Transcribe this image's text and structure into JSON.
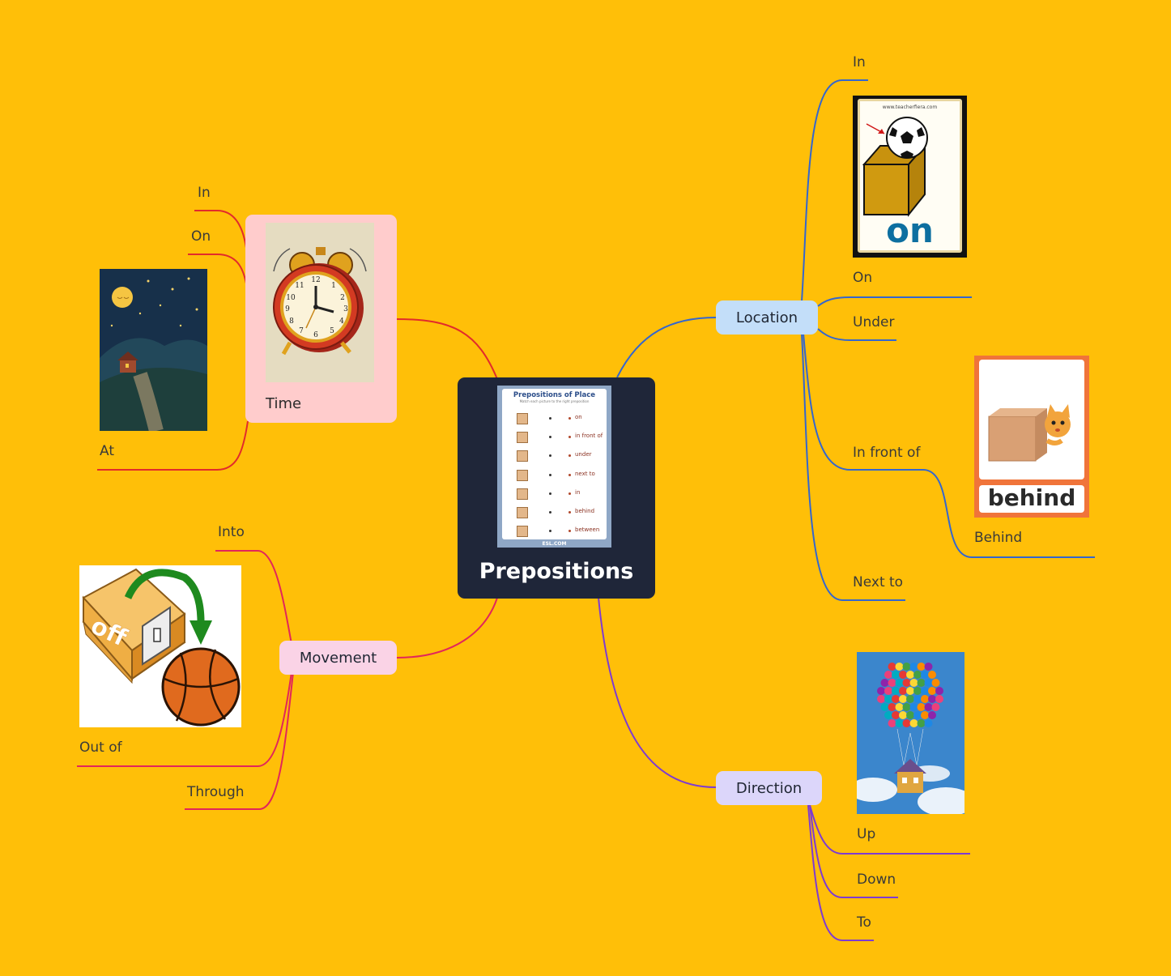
{
  "center": {
    "title": "Prepositions",
    "worksheet": {
      "heading": "Prepositions of Place",
      "subheading": "Match each picture to the right preposition",
      "words": [
        "on",
        "in front of",
        "under",
        "next to",
        "in",
        "behind",
        "between"
      ],
      "footer": "ESL.COM"
    }
  },
  "branches": {
    "time": {
      "label": "Time",
      "children": [
        "In",
        "On",
        "At"
      ]
    },
    "movement": {
      "label": "Movement",
      "children": [
        "Into",
        "Out of",
        "Through"
      ],
      "image_text": "off"
    },
    "location": {
      "label": "Location",
      "children": [
        "In",
        "On",
        "Under",
        "In front of",
        "Behind",
        "Next to"
      ],
      "on_card": {
        "url": "www.teacherfiera.com",
        "word": "on"
      },
      "behind_card": {
        "word": "behind"
      }
    },
    "direction": {
      "label": "Direction",
      "children": [
        "Up",
        "Down",
        "To"
      ]
    }
  },
  "colors": {
    "background": "#FFBF08",
    "center": "#1F2639",
    "time": "#FFCCCC",
    "movement": "#FAD3E6",
    "location": "#C3DEF9",
    "direction": "#DCD6FA",
    "line_time": "#E22B2B",
    "line_movement": "#E2265A",
    "line_location": "#3466CE",
    "line_direction": "#7E3BD1"
  }
}
